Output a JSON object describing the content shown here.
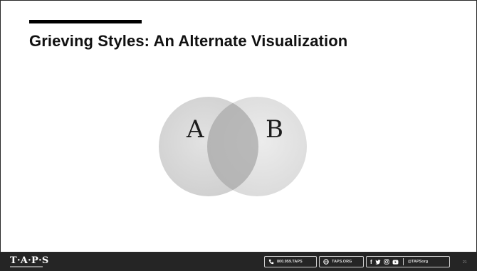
{
  "slide": {
    "title": "Grieving Styles: An Alternate Visualization"
  },
  "venn": {
    "label_a": "A",
    "label_b": "B"
  },
  "footer": {
    "logo": "T·A·P·S",
    "phone": "800.959.TAPS",
    "website": "TAPS.ORG",
    "handle": "@TAPSorg",
    "page_number": "21",
    "social_icons": [
      "facebook-icon",
      "twitter-icon",
      "instagram-icon",
      "youtube-icon"
    ]
  }
}
